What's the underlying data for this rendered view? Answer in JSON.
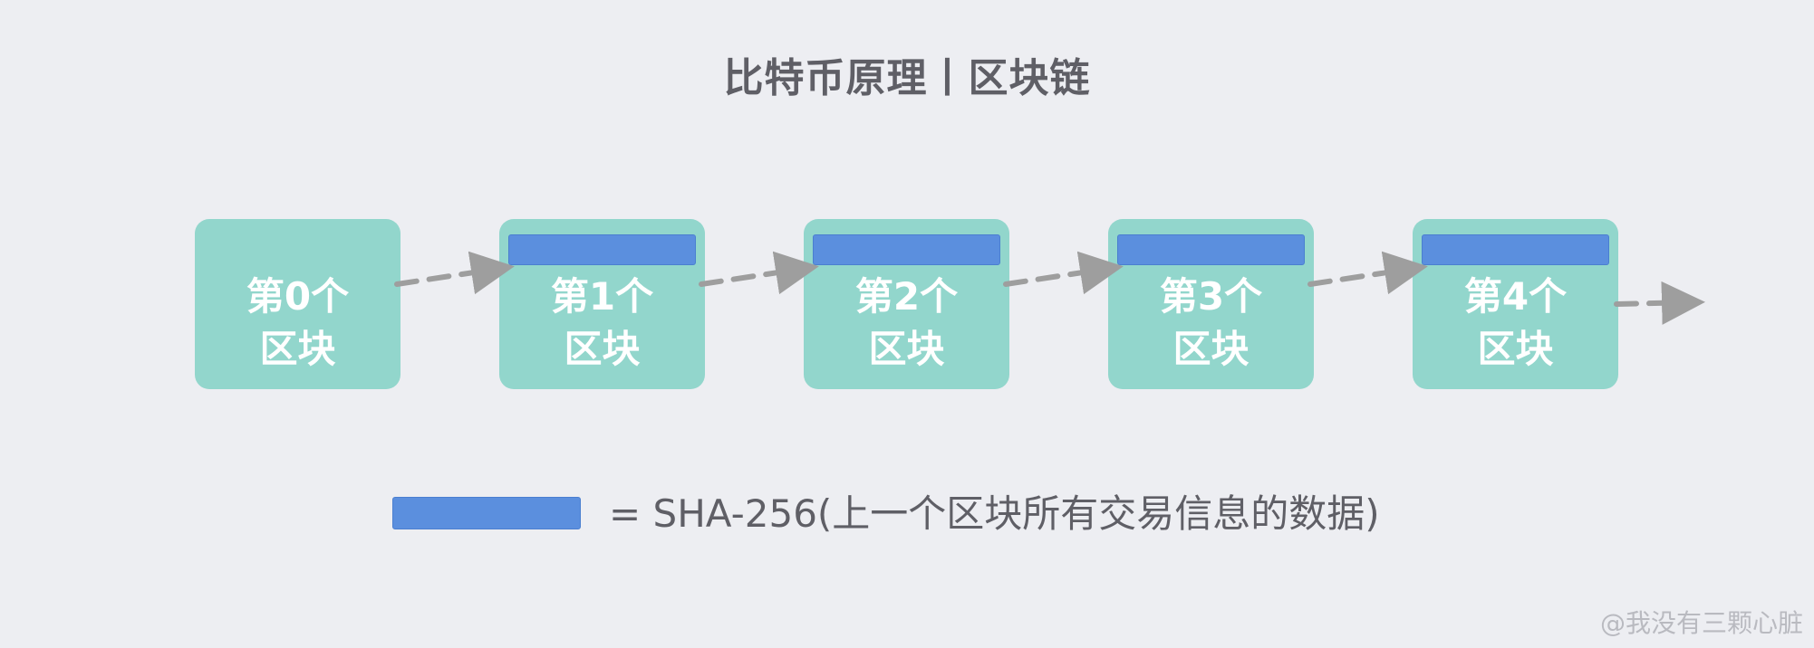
{
  "title": "比特币原理丨区块链",
  "blocks": [
    {
      "line1": "第0个",
      "line2": "区块",
      "has_hash": false
    },
    {
      "line1": "第1个",
      "line2": "区块",
      "has_hash": true
    },
    {
      "line1": "第2个",
      "line2": "区块",
      "has_hash": true
    },
    {
      "line1": "第3个",
      "line2": "区块",
      "has_hash": true
    },
    {
      "line1": "第4个",
      "line2": "区块",
      "has_hash": true
    }
  ],
  "legend": {
    "text": "= SHA-256(上一个区块所有交易信息的数据)"
  },
  "watermark": "@我没有三颗心脏",
  "colors": {
    "background": "#edeef2",
    "block": "#92d6cc",
    "hash_bar": "#5b8fde",
    "arrow": "#9e9e9e",
    "title_text": "#5f5f66"
  }
}
